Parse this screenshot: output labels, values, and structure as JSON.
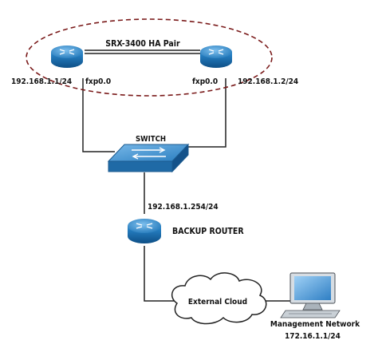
{
  "diagram": {
    "ha_pair_label": "SRX-3400 HA Pair",
    "router_a": {
      "ip": "192.168.1.1/24",
      "interface": "fxp0.0"
    },
    "router_b": {
      "ip": "192.168.1.2/24",
      "interface": "fxp0.0"
    },
    "switch": {
      "label": "SWITCH"
    },
    "backup_router": {
      "ip": "192.168.1.254/24",
      "label": "BACKUP ROUTER"
    },
    "cloud": {
      "label": "External Cloud"
    },
    "management": {
      "label": "Management Network",
      "ip": "172.16.1.1/24"
    }
  },
  "colors": {
    "router_fill": "#1d78b8",
    "router_top": "#5aa6de",
    "switch_fill": "#2f86c6",
    "ha_ellipse": "#7a1a1a",
    "line": "#222222"
  }
}
